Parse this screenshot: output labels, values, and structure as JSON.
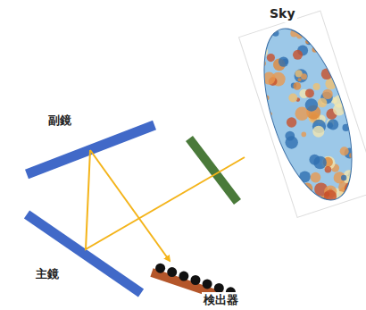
{
  "diagram": {
    "labels": [
      "Sky",
      "副鏡",
      "主鏡",
      "検出器"
    ]
  }
}
